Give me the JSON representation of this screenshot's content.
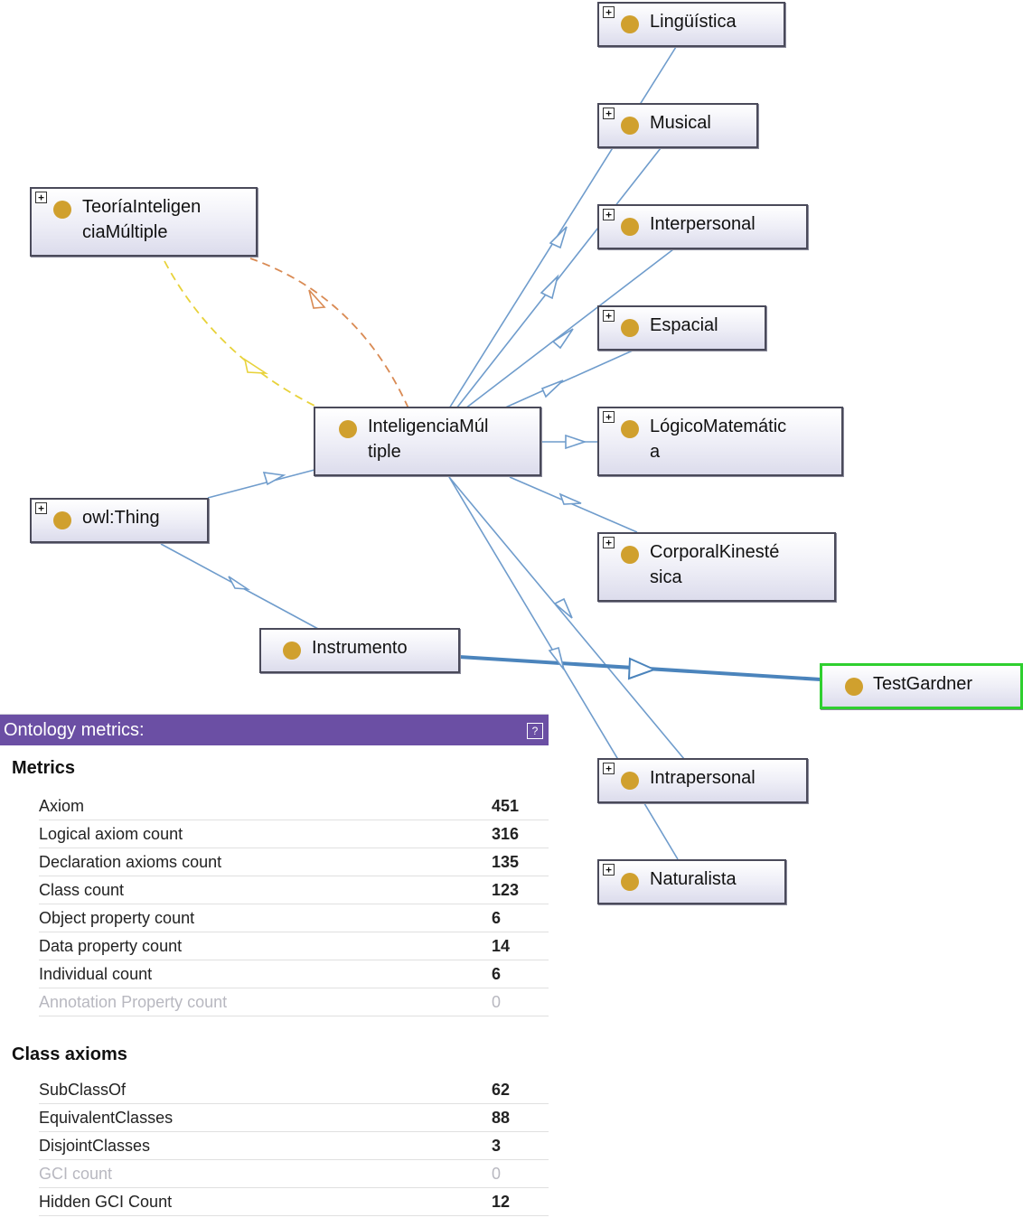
{
  "graph": {
    "nodes": {
      "linguistica": "Lingüística",
      "musical": "Musical",
      "interpersonal": "Interpersonal",
      "espacial": "Espacial",
      "logico_a": "LógicoMatemátic",
      "logico_b": "a",
      "corporal_a": "CorporalKinesté",
      "corporal_b": "sica",
      "intrapersonal": "Intrapersonal",
      "naturalista": "Naturalista",
      "teoria_a": "TeoríaInteligen",
      "teoria_b": "ciaMúltiple",
      "inteligencia_a": "InteligenciaMúl",
      "inteligencia_b": "tiple",
      "owlthing": "owl:Thing",
      "instrumento": "Instrumento",
      "testgardner": "TestGardner"
    },
    "colors": {
      "node_dot": "#d0a02e",
      "edge": "#6f9ccc",
      "selected_border": "#2fcf2f"
    }
  },
  "metrics_panel": {
    "title": "Ontology metrics:",
    "help_icon": "?",
    "metrics_heading": "Metrics",
    "metrics": [
      {
        "label": "Axiom",
        "value": "451"
      },
      {
        "label": "Logical axiom count",
        "value": "316"
      },
      {
        "label": "Declaration axioms count",
        "value": "135"
      },
      {
        "label": "Class count",
        "value": "123"
      },
      {
        "label": "Object property count",
        "value": "6"
      },
      {
        "label": "Data property count",
        "value": "14"
      },
      {
        "label": "Individual count",
        "value": "6"
      },
      {
        "label": "Annotation Property count",
        "value": "0"
      }
    ],
    "class_axioms_heading": "Class axioms",
    "class_axioms": [
      {
        "label": "SubClassOf",
        "value": "62"
      },
      {
        "label": "EquivalentClasses",
        "value": "88"
      },
      {
        "label": "DisjointClasses",
        "value": "3"
      },
      {
        "label": "GCI count",
        "value": "0"
      },
      {
        "label": "Hidden GCI Count",
        "value": "12"
      }
    ],
    "accent_color": "#6b4fa4"
  }
}
